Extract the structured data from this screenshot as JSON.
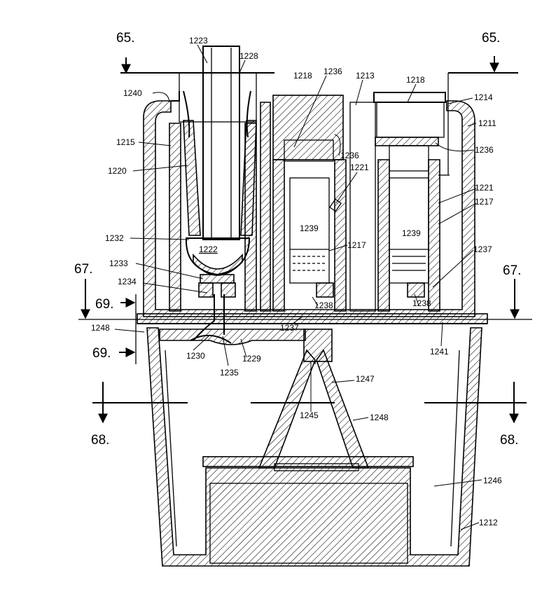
{
  "labels": {
    "l1223": "1223",
    "l1228": "1228",
    "l1218a": "1218",
    "l1236a": "1236",
    "l1213": "1213",
    "l1218b": "1218",
    "l1214": "1214",
    "l1211": "1211",
    "l1240": "1240",
    "l1215": "1215",
    "l1220": "1220",
    "l1236b": "1236",
    "l1221a": "1221",
    "l1236c": "1236",
    "l1221b": "1221",
    "l1217a": "1217",
    "l1239a": "1239",
    "l1217b": "1217",
    "l1239b": "1239",
    "l1232": "1232",
    "l1222": "1222",
    "l1237a": "1237",
    "l1233": "1233",
    "l1234": "1234",
    "l1238a": "1238",
    "l1238b": "1238",
    "l1248a": "1248",
    "l1237b": "1237",
    "l1241": "1241",
    "l1230": "1230",
    "l1229": "1229",
    "l1235": "1235",
    "l1247": "1247",
    "l1245": "1245",
    "l1248b": "1248",
    "l1246": "1246",
    "l1212": "1212"
  },
  "sections": {
    "s65a": "65.",
    "s65b": "65.",
    "s67a": "67.",
    "s67b": "67.",
    "s69a": "69.",
    "s69b": "69.",
    "s68a": "68.",
    "s68b": "68."
  }
}
